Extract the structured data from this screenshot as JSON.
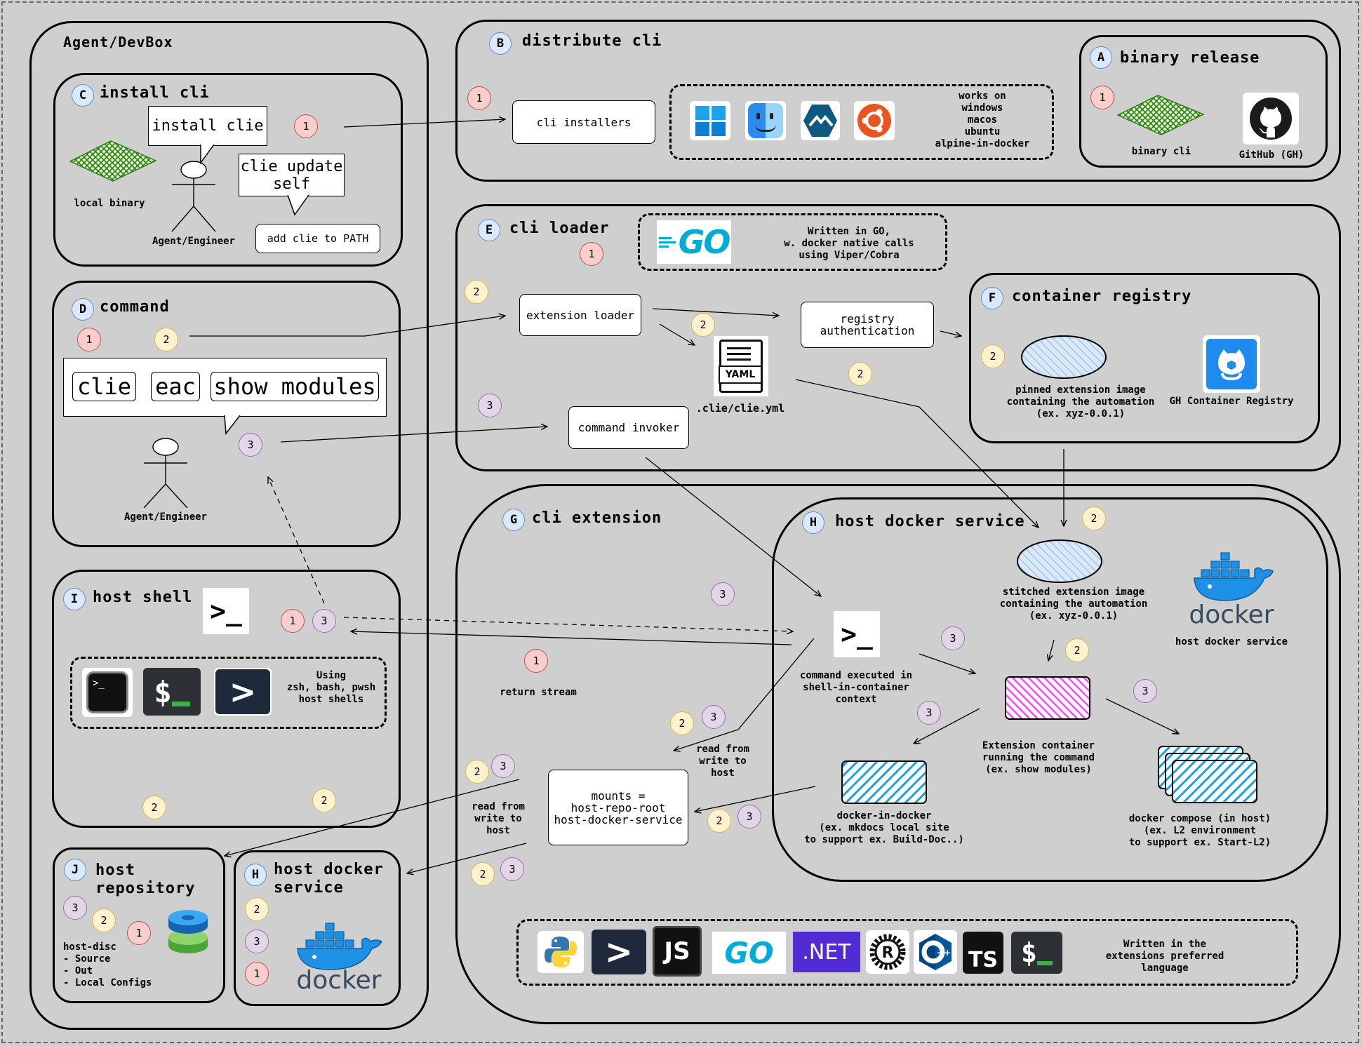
{
  "regions": {
    "agent_devbox": {
      "title": "Agent/DevBox"
    },
    "install_cli": {
      "letter": "C",
      "title": "install cli"
    },
    "command": {
      "letter": "D",
      "title": "command"
    },
    "host_shell": {
      "letter": "I",
      "title": "host shell"
    },
    "host_repository": {
      "letter": "J",
      "title": "host\nrepository"
    },
    "host_docker_service_small": {
      "letter": "H",
      "title": "host docker\nservice"
    },
    "distribute_cli": {
      "letter": "B",
      "title": "distribute cli"
    },
    "binary_release": {
      "letter": "A",
      "title": "binary release"
    },
    "cli_loader": {
      "letter": "E",
      "title": "cli loader"
    },
    "container_registry": {
      "letter": "F",
      "title": "container registry"
    },
    "cli_extension": {
      "letter": "G",
      "title": "cli extension"
    },
    "host_docker_service": {
      "letter": "H",
      "title": "host docker service"
    }
  },
  "install": {
    "callout_install": "install clie",
    "callout_update": "clie update\nself",
    "local_binary_label": "local binary",
    "actor_label": "Agent/Engineer",
    "add_path_box": "add clie to PATH"
  },
  "command": {
    "tokens": [
      "clie",
      "eac",
      "show modules"
    ],
    "actor_label": "Agent/Engineer"
  },
  "host_shell": {
    "prompt_glyph": ">_",
    "shells_label": "Using\nzsh, bash, pwsh\nhost shells"
  },
  "host_repository": {
    "disc_label": "host-disc\n- Source\n- Out\n- Local Configs"
  },
  "host_docker_small": {
    "docker_word": "docker"
  },
  "distribute": {
    "installers_box": "cli installers",
    "platforms_label": "works on\nwindows\nmacos\nubuntu\nalpine-in-docker"
  },
  "binary_release": {
    "binary_label": "binary cli",
    "github_label": "GitHub (GH)"
  },
  "loader": {
    "go_word": "GO",
    "go_note": "Written in GO,\nw. docker native calls\nusing Viper/Cobra",
    "extension_loader_box": "extension loader",
    "registry_auth_box": "registry\nauthentication",
    "yaml_word": "YAML",
    "yaml_label": ".clie/clie.yml",
    "command_invoker_box": "command invoker"
  },
  "registry": {
    "pinned_label": "pinned extension image\ncontaining the automation\n(ex. xyz-0.0.1)",
    "ghcr_label": "GH Container Registry"
  },
  "extension": {
    "return_stream_label": "return stream",
    "read_write_label_1": "read from\nwrite to\nhost",
    "read_write_label_2": "read from\nwrite to\nhost",
    "mounts_box": "mounts =\nhost-repo-root\nhost-docker-service",
    "languages_label": "Written in the\nextensions preferred\nlanguage",
    "languages": [
      "python",
      "powershell",
      "JS",
      "GO",
      ".NET",
      "rust",
      "C++",
      "TS",
      "bash"
    ]
  },
  "host_docker": {
    "stitched_label": "stitched extension image\ncontaining the automation\n(ex. xyz-0.0.1)",
    "docker_word": "docker",
    "docker_service_label": "host docker service",
    "shell_context_label": "command executed in\nshell-in-container\ncontext",
    "ext_container_label": "Extension container\nrunning the command\n(ex. show modules)",
    "dind_label": "docker-in-docker\n(ex. mkdocs local site\nto support ex. Build-Doc..)",
    "compose_label": "docker compose (in host)\n(ex. L2 environment\nto support ex. Start-L2)"
  },
  "colors": {
    "background": "#cfcfcf",
    "step1": "#f8cecc",
    "step2": "#fff2cc",
    "step3": "#e1d5e7",
    "letter": "#dae8fc",
    "hatch_blue": "#1ba1e2",
    "hatch_pink": "#ff66ff",
    "hatch_green": "#60a917"
  }
}
